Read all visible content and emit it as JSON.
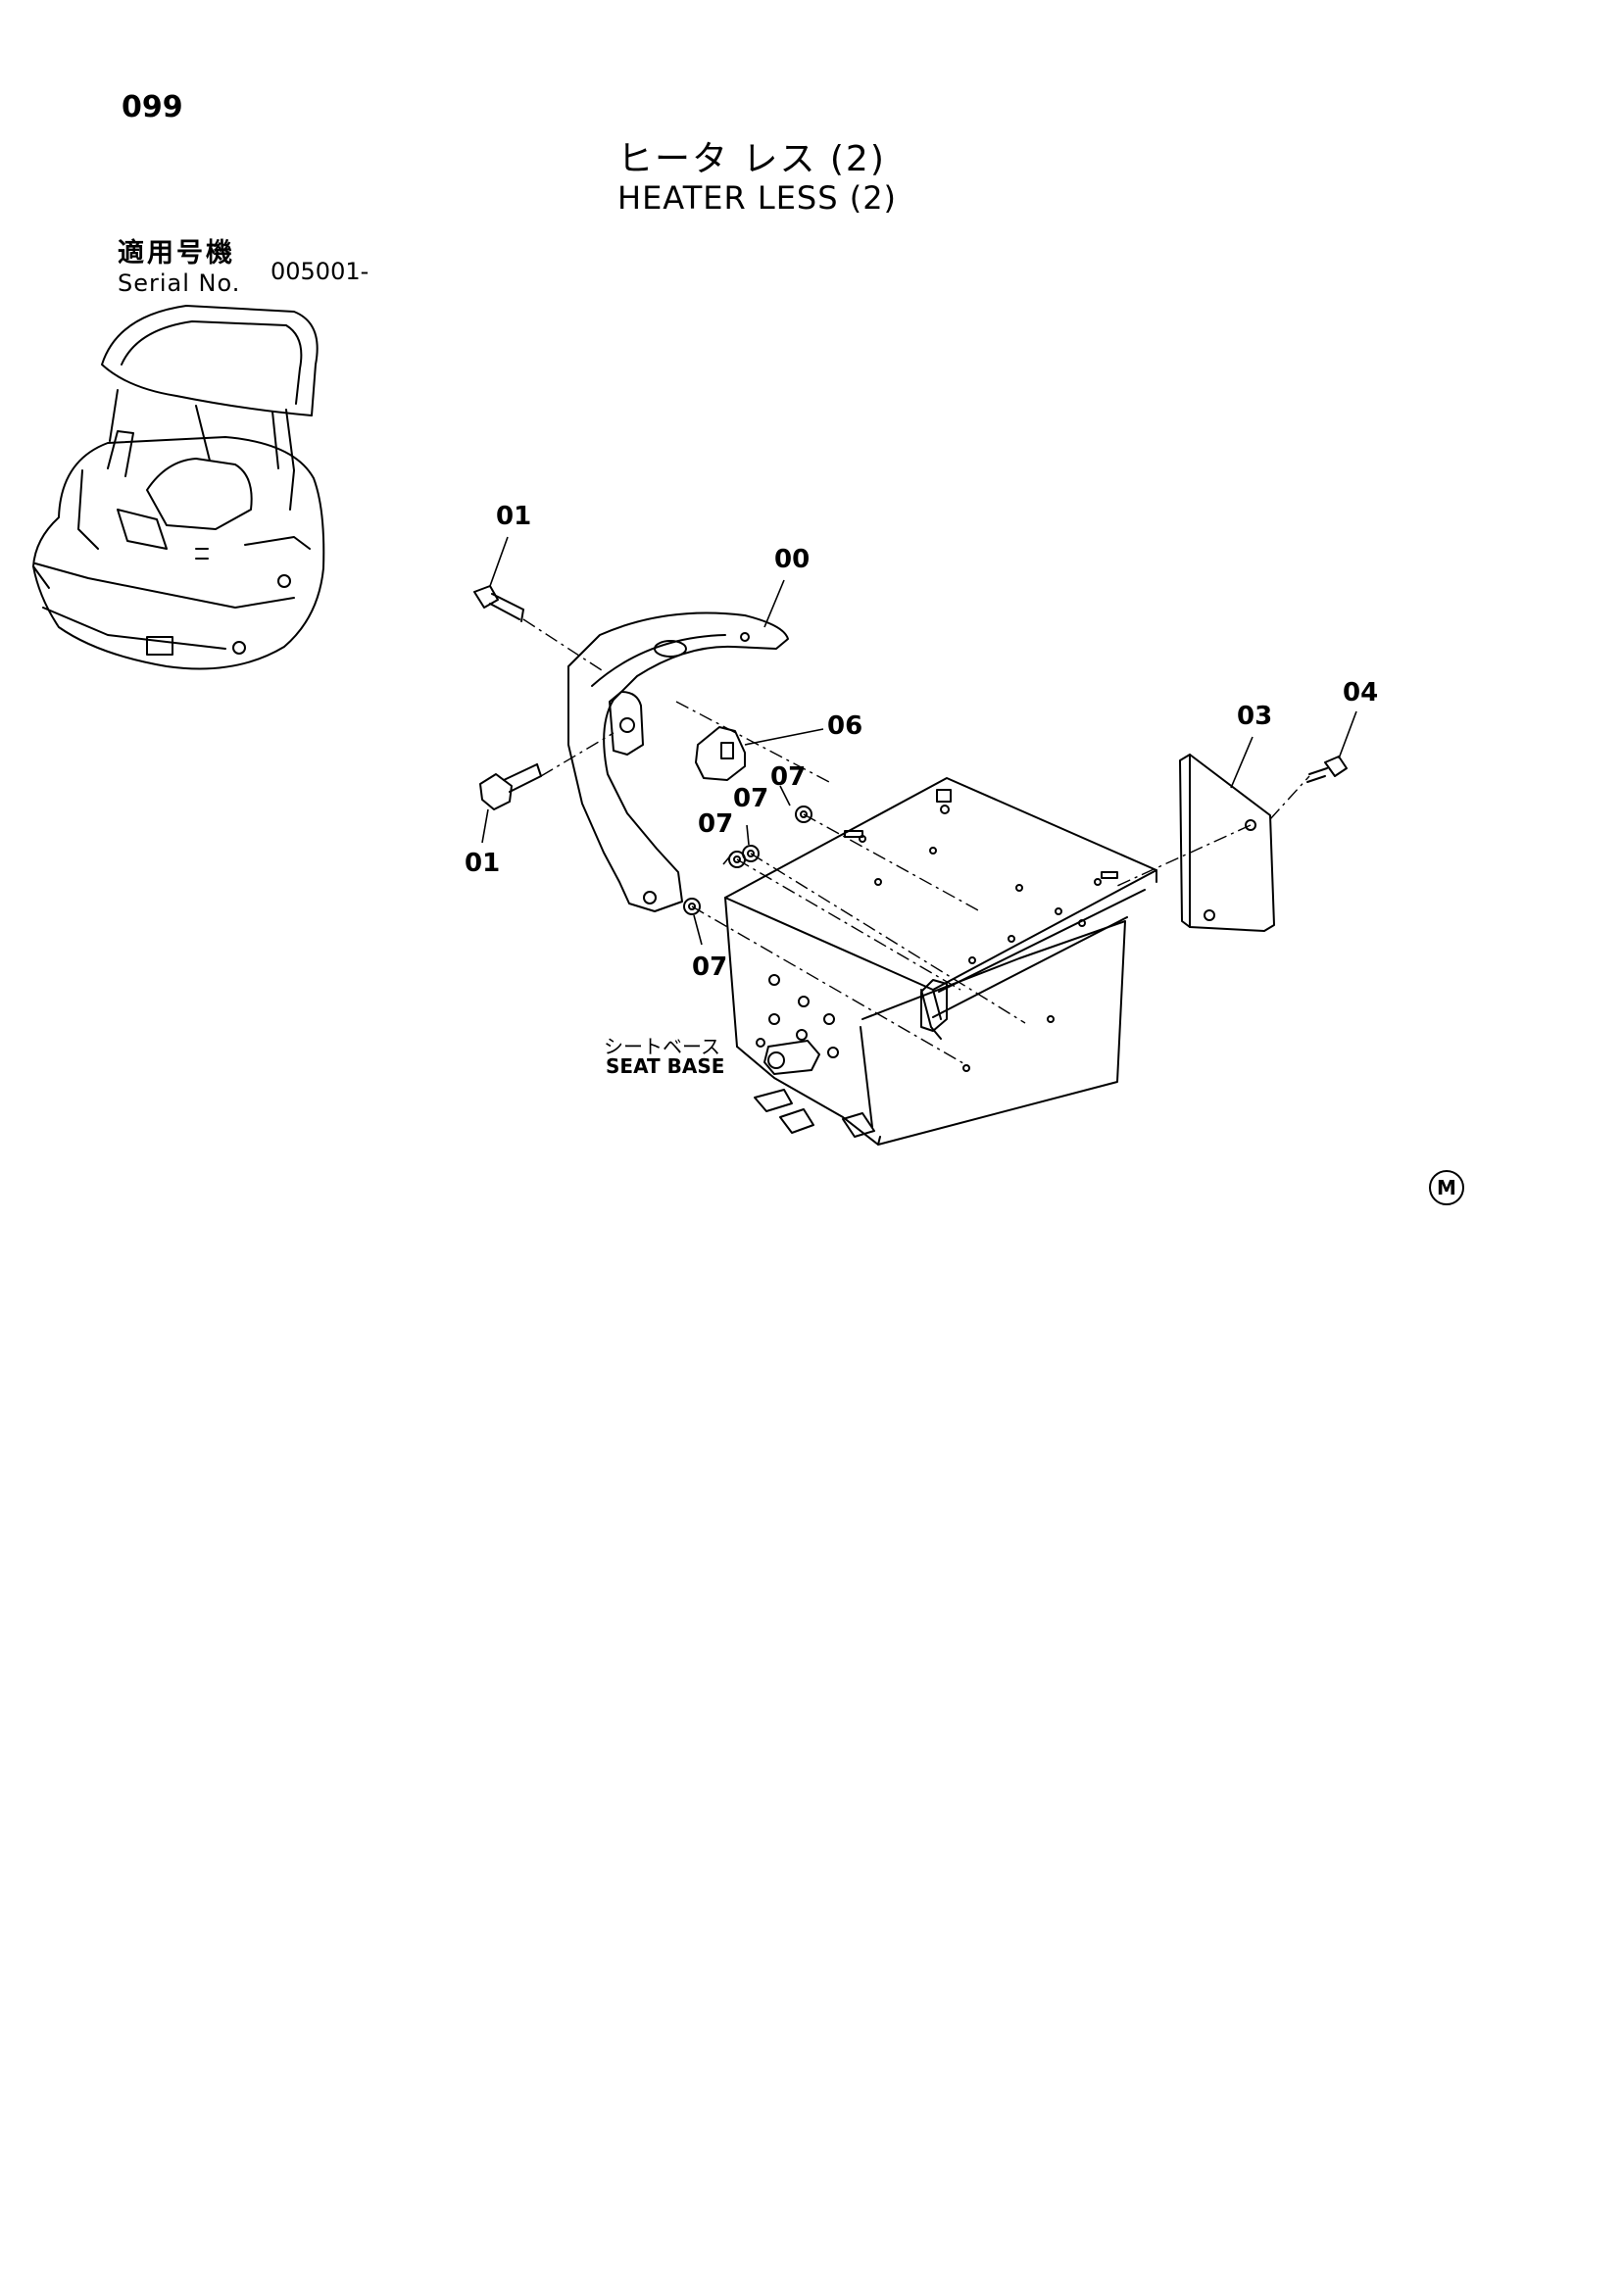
{
  "page": {
    "number": "099",
    "title_jp": "ヒータ レス (2)",
    "title_en": "HEATER LESS (2)"
  },
  "serial": {
    "label_jp": "適用号機",
    "label_en": "Serial No.",
    "value": "005001-"
  },
  "callouts": [
    {
      "id": "01-top",
      "label": "01"
    },
    {
      "id": "00",
      "label": "00"
    },
    {
      "id": "06",
      "label": "06"
    },
    {
      "id": "01-bottom",
      "label": "01"
    },
    {
      "id": "07-a",
      "label": "07"
    },
    {
      "id": "07-b",
      "label": "07"
    },
    {
      "id": "07-c",
      "label": "07"
    },
    {
      "id": "07-d",
      "label": "07"
    },
    {
      "id": "03",
      "label": "03"
    },
    {
      "id": "04",
      "label": "04"
    }
  ],
  "reference": {
    "seat_base_jp": "シートベース",
    "seat_base_en": "SEAT BASE"
  },
  "marker": "M"
}
